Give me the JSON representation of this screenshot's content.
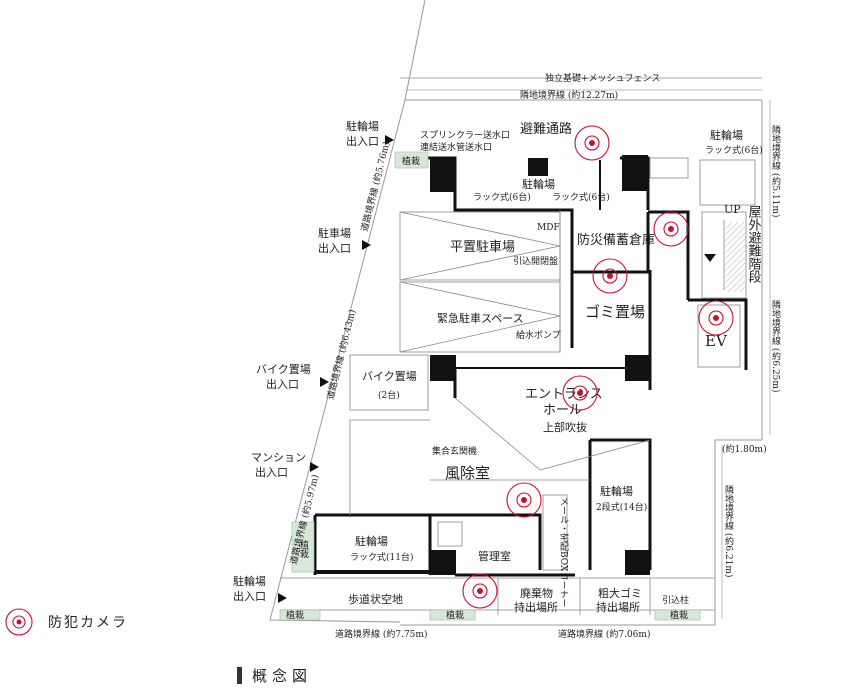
{
  "top": {
    "fence": "独立基礎+メッシュフェンス",
    "boundary": "隣地境界線 (約12.27m)"
  },
  "right": {
    "boundary1": "隣地境界線 (約5.11m)",
    "boundary2": "隣地境界線 (約6.25m)",
    "gap": "(約1.80m)",
    "boundary3": "隣地境界線 (約6.21m)"
  },
  "left": {
    "road1": "道路境界線 (約5.76m)",
    "road2": "道路境界線 (約6.43m)",
    "road3": "道路境界線 (約5.97m)"
  },
  "bottom": {
    "road_left": "道路境界線 (約7.75m)",
    "road_right": "道路境界線 (約7.06m)"
  },
  "entrances": {
    "bicycle_top": [
      "駐輪場",
      "出入口"
    ],
    "parking": [
      "駐車場",
      "出入口"
    ],
    "bike": [
      "バイク置場",
      "出入口"
    ],
    "mansion": [
      "マンション",
      "出入口"
    ],
    "bicycle_bottom": [
      "駐輪場",
      "出入口"
    ]
  },
  "rooms": {
    "sprinkler": "スプリンクラー送水口",
    "standpipe": "連結送水管送水口",
    "planter": "植栽",
    "evacuation": "避難通路",
    "bicycle_rack_right": [
      "駐輪場",
      "ラック式(6台)"
    ],
    "bicycle_center": "駐輪場",
    "rack_a": "ラック式(6台)",
    "rack_b": "ラック式(6台)",
    "mdf": "MDF",
    "parking": "平置駐車場",
    "switchboard": "引込開閉盤",
    "emergency_parking": "緊急駐車スペース",
    "pump": "給水ポンプ",
    "disaster_storage": "防災備蓄倉庫",
    "garbage": "ゴミ置場",
    "up": "UP",
    "stairs": "屋外避難階段",
    "ev": "EV",
    "bike_storage": [
      "バイク置場",
      "(2台)"
    ],
    "entrance_hall": [
      "エントランス",
      "ホール"
    ],
    "atrium": "上部吹抜",
    "intercom": "集合玄関機",
    "vestibule": "風除室",
    "mailbox": "メール・宅配BOXコーナー",
    "bicycle_two_tier": [
      "駐輪場",
      "2段式(14台)"
    ],
    "bicycle_rack_11": [
      "駐輪場",
      "ラック式(11台)"
    ],
    "management": "管理室",
    "sidewalk": "歩道状空地",
    "waste_area": [
      "廃棄物",
      "持出場所"
    ],
    "bulky_waste": [
      "粗大ゴミ",
      "持出場所"
    ],
    "service_pole": "引込柱"
  },
  "legend": {
    "label": "防犯カメラ",
    "icon": "security-camera-icon",
    "color": "#c8102e"
  },
  "caption": "概念図"
}
